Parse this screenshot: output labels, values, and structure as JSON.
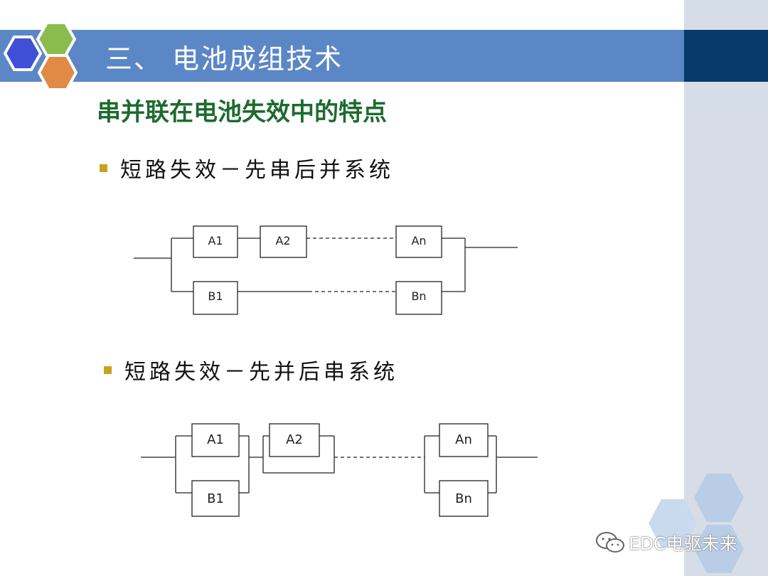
{
  "header": {
    "title": "三、 电池成组技术"
  },
  "subtitle": "串并联在电池失效中的特点",
  "sections": [
    {
      "bullet": "短路失效－先串后并系统"
    },
    {
      "bullet": "短路失效－先并后串系统"
    }
  ],
  "diagram1": {
    "top_row": [
      "A1",
      "A2",
      "An"
    ],
    "bottom_row": [
      "B1",
      "Bn"
    ]
  },
  "diagram2": {
    "top_row": [
      "A1",
      "A2",
      "An"
    ],
    "bottom_row": [
      "B1",
      "Bn"
    ]
  },
  "watermark": "EDC电驱未来",
  "colors": {
    "title_bar": "#5b87c7",
    "title_bar_dark": "#073a6a",
    "side_panel": "#d7dde6",
    "subtitle": "#1d6b2f",
    "bullet": "#c9a21f",
    "hex_blue": "#3f4fd6",
    "hex_green": "#8bbd4e",
    "hex_orange": "#e08a45"
  },
  "icons": [
    "hexagon-logo-icon",
    "wechat-icon"
  ]
}
